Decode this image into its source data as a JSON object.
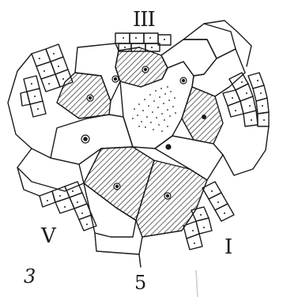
{
  "figure": {
    "labels": {
      "region_iii": "III",
      "region_v": "V",
      "region_i": "I",
      "figure_number": "3",
      "bottom_number": "5"
    },
    "colors": {
      "ink": "#1a1a1a",
      "paper": "#ffffff",
      "faint_mark": "#cccccc"
    }
  }
}
